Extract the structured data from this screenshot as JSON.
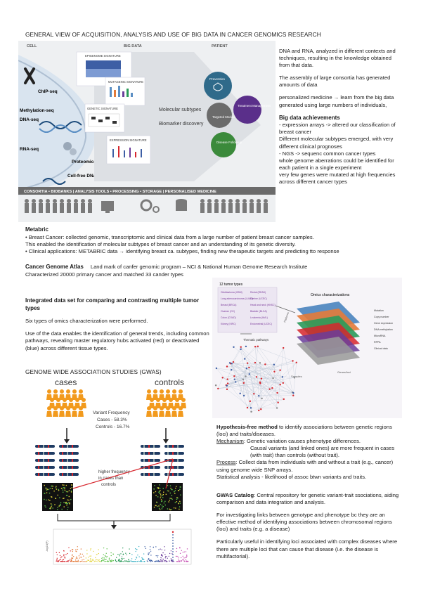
{
  "page_title": "GENERAL VIEW OF ACQUISITION, ANALYSIS AND USE OF BIG DATA IN CANCER GENOMICS RESEARCH",
  "figure1": {
    "col_cell": "CELL",
    "col_bigdata": "BIG DATA",
    "col_patient": "PATIENT",
    "chip": "ChIP-seq",
    "methylation": "Methylation-seq",
    "dna": "DNA-seq",
    "rna": "RNA-seq",
    "proteomics": "Proteomics",
    "cellfree": "Cell-free DNA",
    "sig_epigenome": "EPIGENOME SIGNATURE",
    "sig_mutagenic": "MUTAGENIC SIGNATURE",
    "sig_genetic": "GENETIC SIGNATURE",
    "sig_expression": "EXPRESSION SIGNATURE",
    "molecular": "Molecular subtypes",
    "biomarker": "Biomarker discovery",
    "prevention": "Prevention",
    "targeted": "Targeted Medicine",
    "treatment": "Treatment Management",
    "disease": "Disease Follow-up",
    "banner": "CONSORTIA • BIOBANKS | ANALYSIS TOOLS • PROCESSING • STORAGE | PERSONALISED MEDICINE"
  },
  "right_notes": {
    "p1": "DNA and RNA, analyzed in different contexts and techniques, resulting in the knowledge obtained from that data.",
    "p2": "The assembly of large consortia has generated amounts of data",
    "p3": "personalized medicine → learn from the big data generated using large numbers of individuals,",
    "heading": "Big data achievements",
    "l1": "- expression arrays -> altered our classification of breast cancer",
    "l2": "Different molecular subtypes emerged, with very different clinical prognoses",
    "l3": "- NGS -> sequenc common cancer types",
    "l4": "whole genome aberrations could be identified for each patient in a single experiment",
    "l5": "very few genes were mutated at high frequencies across different cancer types"
  },
  "metabric": {
    "heading": "Metabric",
    "b1": "• Breast Cancer: collected genomic, transcriptomic and clinical data from a large number of patient breast cancer samples.",
    "b2": "This enabled the identification of molecular subtypes of breast cancer and an understanding of its genetic diversity.",
    "b3": "• Clinical applications: METABRIC data → identifying breast ca. subtypes, finding new therapeutic targets and predicting tto response"
  },
  "tcga": {
    "heading": "Cancer Genome Atlas",
    "line1": "Land mark of canfer genomic program – NCI & National Human Genome Research Institute",
    "line2": "Characterized 20000 primary cancer and matched 33 cander types"
  },
  "integrated": {
    "heading": "Integrated data set for comparing and contrasting multiple tumor types",
    "p1": "Six types of omics characterization were performed.",
    "p2": "Use of the data enables the identification of general trends, including common pathways, revealing master regulatory hubs activated (red) or deactivated (blue) across different tissue types."
  },
  "figure2": {
    "tumor_types": "12 tumor types",
    "omics": "Omics characterizations",
    "thematic": "Thematic pathways",
    "samples": "Samples",
    "genes": "Genes/loci",
    "platforms": "Platforms",
    "tumors": [
      "Glioblastoma (GBM)",
      "Lung adenocarcinoma (LUAD)",
      "Breast (BRCA)",
      "Ovarian (OV)",
      "Colon (COAD)",
      "Kidney (KIRC)",
      "Rectal (READ)",
      "Uterine (UCEC)",
      "Head and neck (HNSC)",
      "Bladder (BLCA)",
      "Leukemia (AML)",
      "Endometrial (UCEC)"
    ],
    "omics_list": [
      "Mutation",
      "Copy number",
      "Gene expression",
      "DNA methylation",
      "MicroRNA",
      "RPPA",
      "Clinical data"
    ]
  },
  "gwas": {
    "title": "GENOME WIDE ASSOCIATION STUDIES (GWAS)",
    "cases": "cases",
    "controls": "controls",
    "variant_freq": "Variant Frequency",
    "cases_pct": "Cases - 58.3%",
    "controls_pct": "Controls - 16.7%",
    "higher_freq": "higher frequency in cases than controls",
    "ylabel": "-log10(P)"
  },
  "hypothesis": {
    "heading": "Hypothesis-free method",
    "text": " to identify associations between genetic regions (loci) and traits/diseases.",
    "mech_label": "Mechanism",
    "mech1": ": Genetic variation causes phenotype differences.",
    "mech2": "Causal variants (and linked ones) are more frequent in cases (with trait) than controls (without trait).",
    "proc_label": "Process",
    "proc": ": Collect data from individuals with and without a trait (e.g., cancer) using genome wide SNP arrays.",
    "stats": "Statistical analysis - likelihood of assoc btwn variants and traits."
  },
  "catalog": {
    "heading": "GWAS Catalog",
    "text": ": Central repository for genetic variant-trait ssociations, aiding comparison and data integration and analysis.",
    "p2": "For investigating links between genotype and phenotype bc they are an effective method of identifying associations between chromosomal regions (loci) and traits (e.g. a disease)",
    "p3": "Particularly useful in identifying loci associated with complex diseases where there are multiple loci that can cause that disease (i.e. the disease is multifactorial)."
  },
  "colors": {
    "banner": "#6b6b6b",
    "prevention": "#2f6a8a",
    "treatment": "#5a2f8a",
    "disease": "#3b8a3b",
    "cases_people": "#f29a1d",
    "signal_red": "#d7262d"
  }
}
